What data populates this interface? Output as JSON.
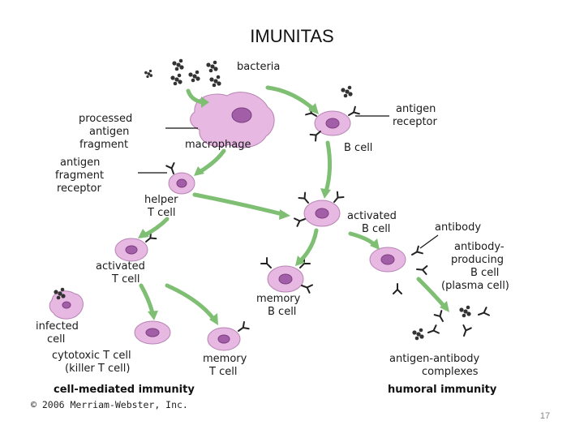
{
  "title": "IMUNITAS",
  "page_number": "17",
  "labels": {
    "bacteria": "bacteria",
    "processed_1": "processed",
    "processed_2": "antigen",
    "processed_3": "fragment",
    "macrophage": "macrophage",
    "antigen_receptor_1": "antigen",
    "antigen_receptor_2": "receptor",
    "b_cell": "B cell",
    "afr_1": "antigen",
    "afr_2": "fragment",
    "afr_3": "receptor",
    "helper_1": "helper",
    "helper_2": "T cell",
    "activated_b_1": "activated",
    "activated_b_2": "B cell",
    "antibody": "antibody",
    "producing_1": "antibody-",
    "producing_2": "producing",
    "producing_3": "B cell",
    "producing_4": "(plasma cell)",
    "activated_t_1": "activated",
    "activated_t_2": "T cell",
    "memory_b_1": "memory",
    "memory_b_2": "B cell",
    "infected_1": "infected",
    "infected_2": "cell",
    "cytotoxic_1": "cytotoxic T cell",
    "cytotoxic_2": "(killer T cell)",
    "memory_t_1": "memory",
    "memory_t_2": "T cell",
    "complexes_1": "antigen-antibody",
    "complexes_2": "complexes",
    "cell_mediated": "cell-mediated immunity",
    "humoral": "humoral immunity",
    "copyright": "© 2006 Merriam-Webster, Inc."
  },
  "colors": {
    "cell_fill": "#e7b8e2",
    "nucleus": "#a25ea6",
    "arrow": "#7fbf73"
  }
}
